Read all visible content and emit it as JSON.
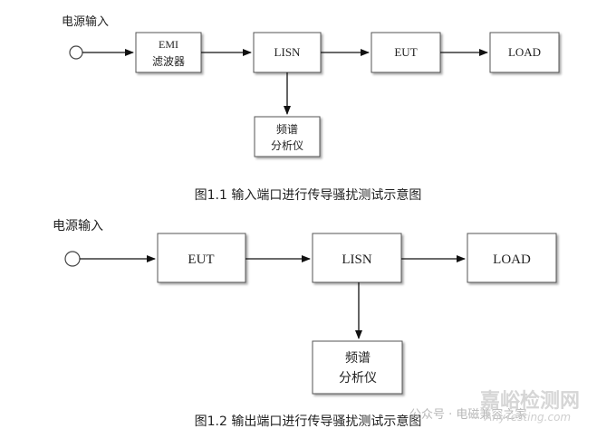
{
  "diagram1": {
    "input_label": "电源输入",
    "blocks": {
      "emi_line1": "EMI",
      "emi_line2": "滤波器",
      "lisn": "LISN",
      "eut": "EUT",
      "load": "LOAD",
      "analyzer_line1": "频谱",
      "analyzer_line2": "分析仪"
    },
    "caption": "图1.1 输入端口进行传导骚扰测试示意图"
  },
  "diagram2": {
    "input_label": "电源输入",
    "blocks": {
      "eut": "EUT",
      "lisn": "LISN",
      "load": "LOAD",
      "analyzer_line1": "频谱",
      "analyzer_line2": "分析仪"
    },
    "caption": "图1.2 输出端口进行传导骚扰测试示意图"
  },
  "watermark": {
    "wechat": "公众号 · 电磁兼容之家",
    "brand": "嘉峪检测网",
    "brand_en": "AnyTesting.com"
  }
}
